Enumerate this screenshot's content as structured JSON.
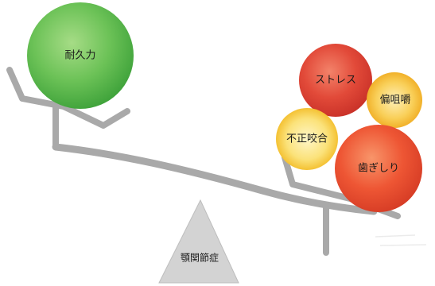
{
  "left_side": {
    "factors": [
      {
        "label": "耐久力",
        "color": "#6dc25a"
      }
    ]
  },
  "right_side": {
    "factors": [
      {
        "label": "ストレス",
        "color": "#e2473a"
      },
      {
        "label": "偏咀嚼",
        "color": "#f5b72a"
      },
      {
        "label": "不正咬合",
        "color": "#f7d43a"
      },
      {
        "label": "歯ぎしり",
        "color": "#ec4e34"
      }
    ]
  },
  "fulcrum": {
    "label": "顎関節症",
    "color": "#d2d2d2"
  },
  "beam_color": "#a9a9a9"
}
